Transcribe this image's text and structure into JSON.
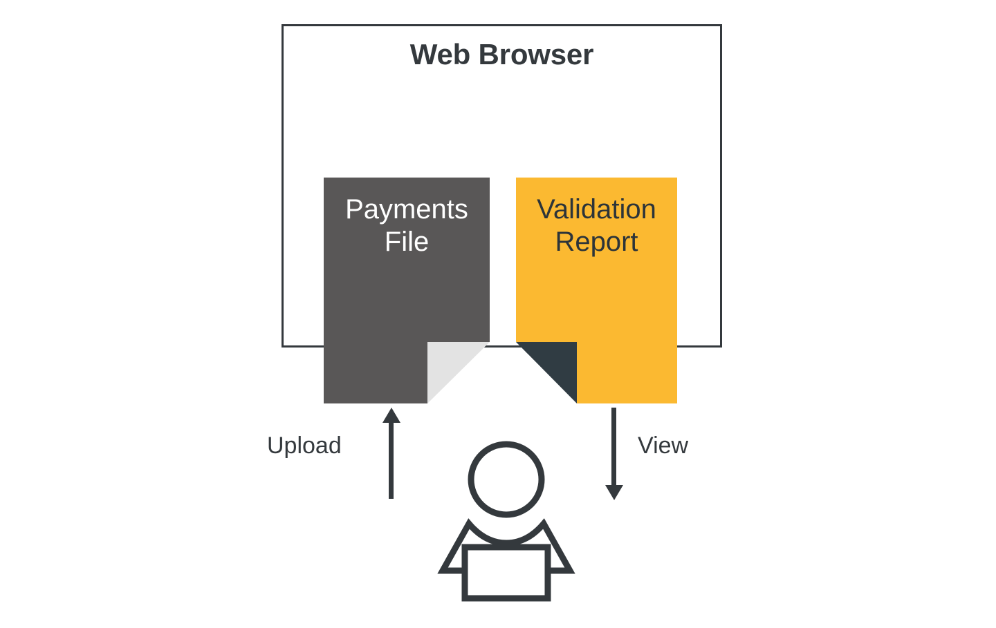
{
  "diagram": {
    "title_visible": false,
    "browser": {
      "title": "Web Browser",
      "border_color": "#34393d",
      "title_color": "#34393d"
    },
    "documents": [
      {
        "id": "payments-file",
        "label": "Payments\nFile",
        "fill": "#595757",
        "text_color": "#ffffff",
        "fold_fill": "#e3e3e3",
        "fold_corner": "bottom-right"
      },
      {
        "id": "validation-report",
        "label": "Validation\nReport",
        "fill": "#fbb931",
        "text_color": "#2c3439",
        "fold_fill": "#303c43",
        "fold_corner": "bottom-left"
      }
    ],
    "arrows": [
      {
        "id": "upload",
        "label": "Upload",
        "direction": "up",
        "color": "#34393d"
      },
      {
        "id": "view",
        "label": "View",
        "direction": "down",
        "color": "#34393d"
      }
    ],
    "actor": {
      "name": "user-person-icon",
      "stroke": "#34393d"
    }
  }
}
